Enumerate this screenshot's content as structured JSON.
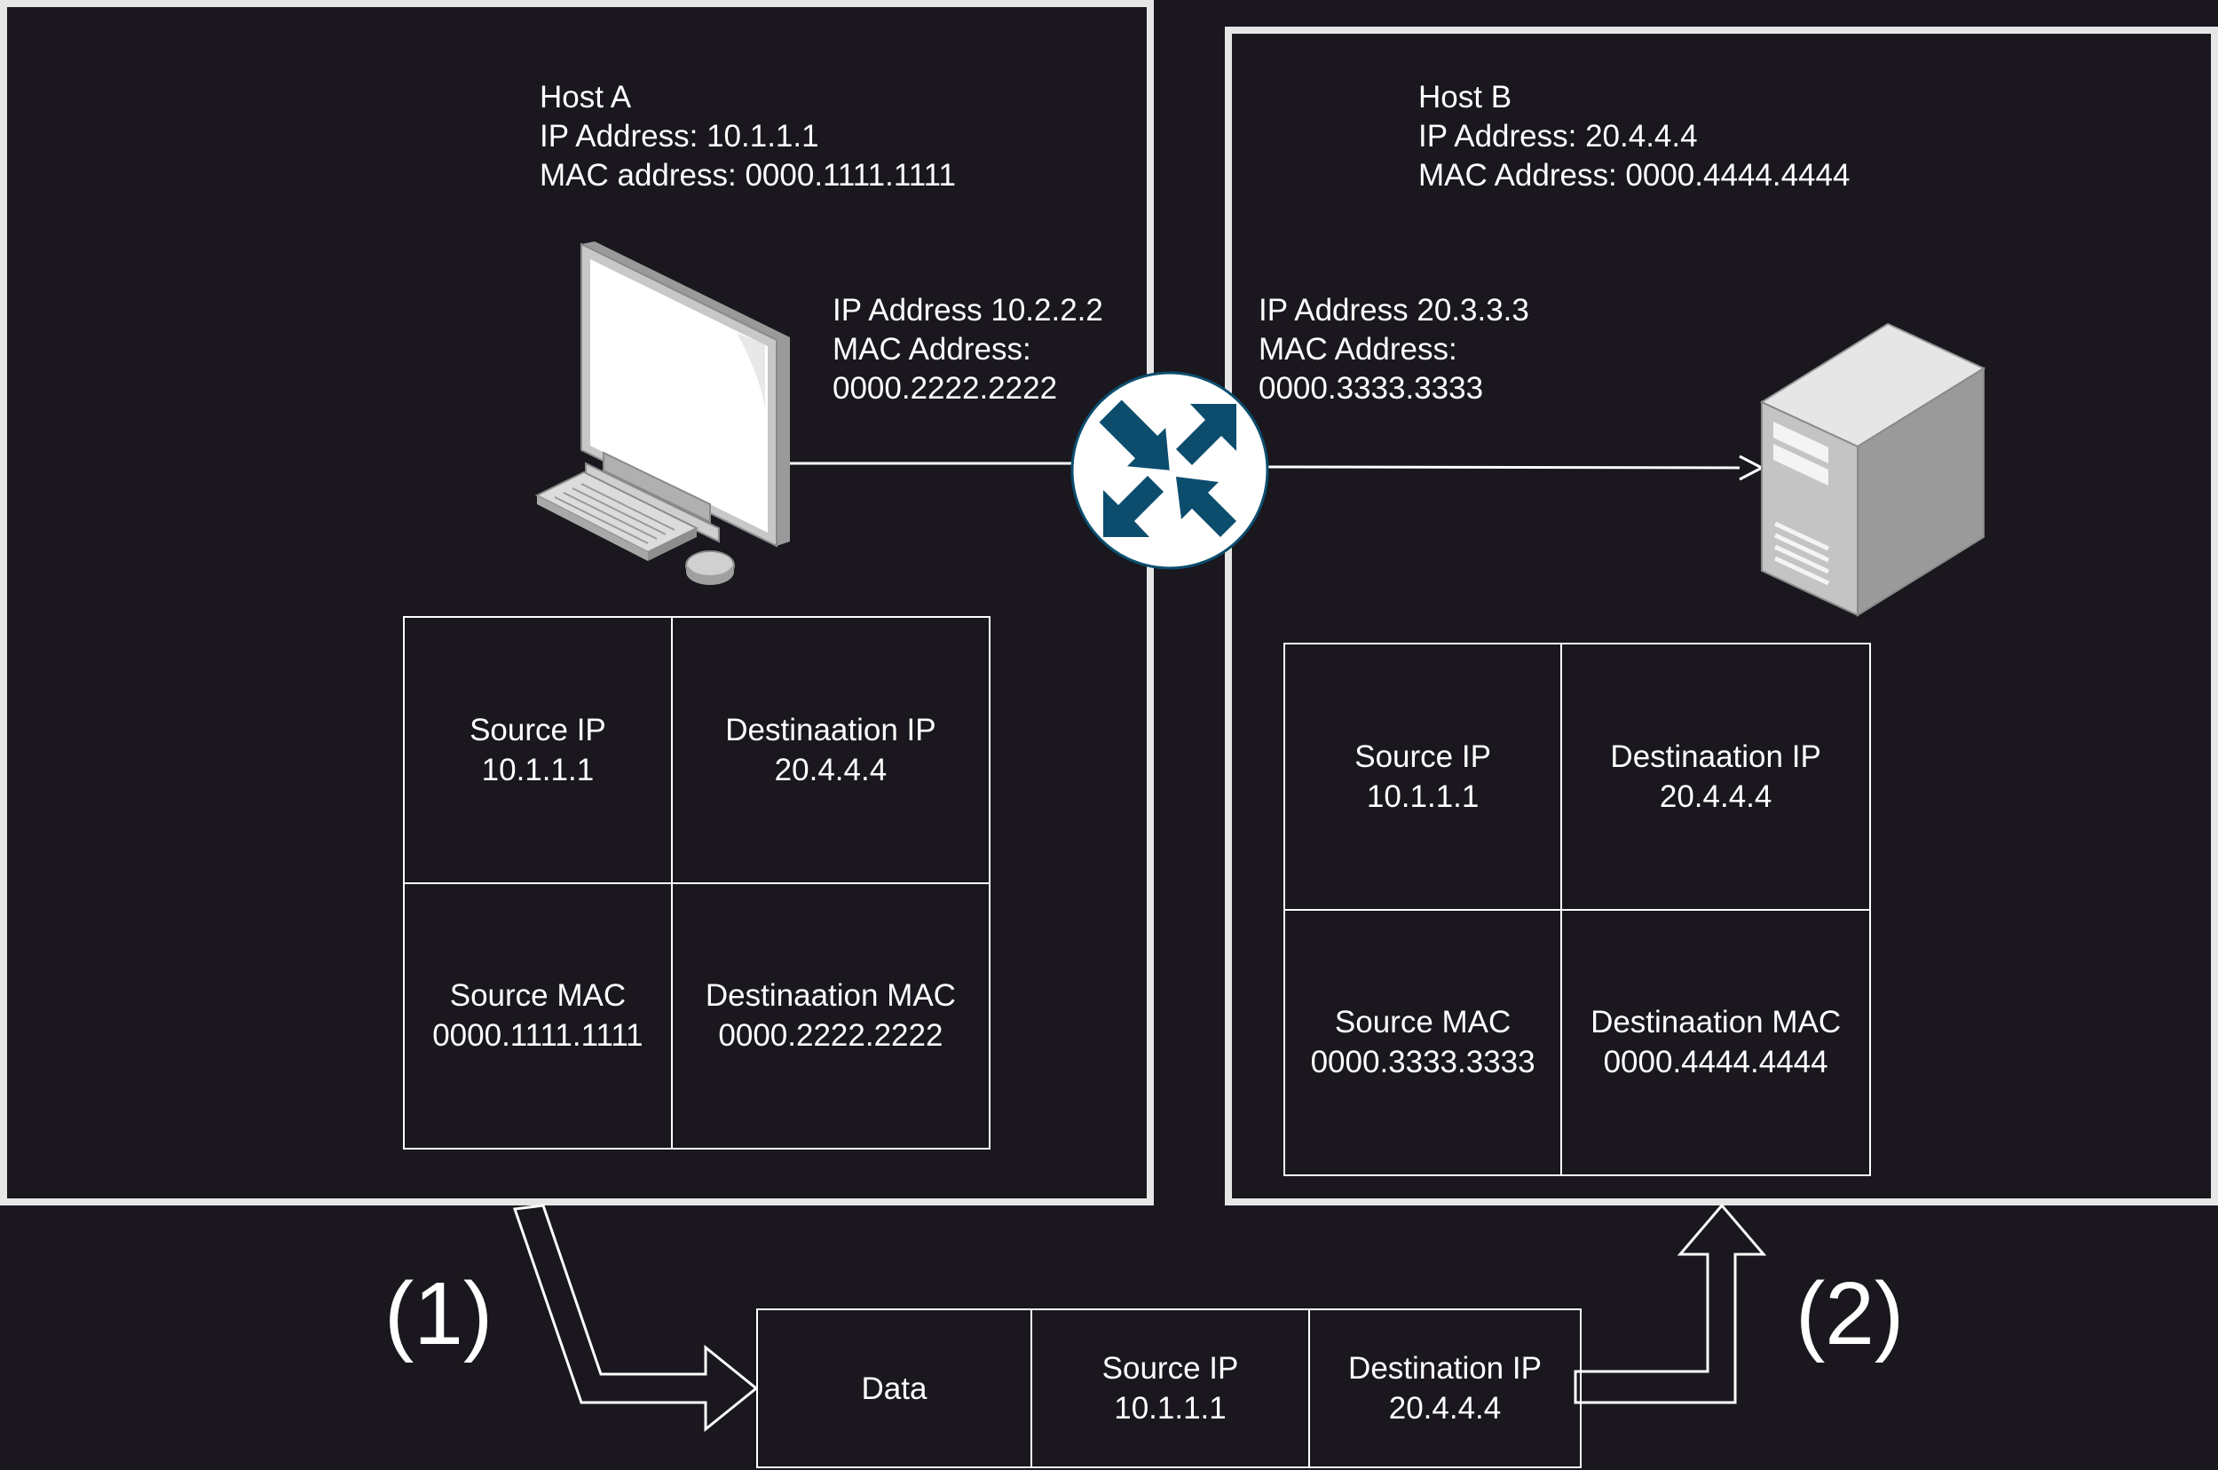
{
  "host_a": {
    "lines": [
      "Host A",
      "IP Address: 10.1.1.1",
      "MAC address: 0000.1111.1111"
    ],
    "frame": {
      "cells": [
        {
          "label": "Source IP",
          "value": "10.1.1.1"
        },
        {
          "label": "Destinaation IP",
          "value": "20.4.4.4"
        },
        {
          "label": "Source MAC",
          "value": "0000.1111.1111"
        },
        {
          "label": "Destinaation MAC",
          "value": "0000.2222.2222"
        }
      ]
    }
  },
  "router_left": {
    "lines": [
      "IP Address 10.2.2.2",
      "MAC Address:",
      "0000.2222.2222"
    ]
  },
  "router_right": {
    "lines": [
      "IP Address 20.3.3.3",
      "MAC Address:",
      "0000.3333.3333"
    ]
  },
  "host_b": {
    "lines": [
      "Host B",
      "IP Address: 20.4.4.4",
      "MAC Address: 0000.4444.4444"
    ],
    "frame": {
      "cells": [
        {
          "label": "Source IP",
          "value": "10.1.1.1"
        },
        {
          "label": "Destinaation IP",
          "value": "20.4.4.4"
        },
        {
          "label": "Source MAC",
          "value": "0000.3333.3333"
        },
        {
          "label": "Destinaation MAC",
          "value": "0000.4444.4444"
        }
      ]
    }
  },
  "packet": {
    "cells": [
      {
        "label": "Data",
        "value": ""
      },
      {
        "label": "Source IP",
        "value": "10.1.1.1"
      },
      {
        "label": "Destination IP",
        "value": "20.4.4.4"
      }
    ]
  },
  "steps": [
    "(1)",
    "(2)"
  ],
  "colors": {
    "background": "#1a171e",
    "line": "#ffffff",
    "router_arrows": "#0c4d6e",
    "frame_border": "#e6e6e6"
  },
  "icons": [
    "desktop-computer-icon",
    "router-icon",
    "server-icon"
  ]
}
